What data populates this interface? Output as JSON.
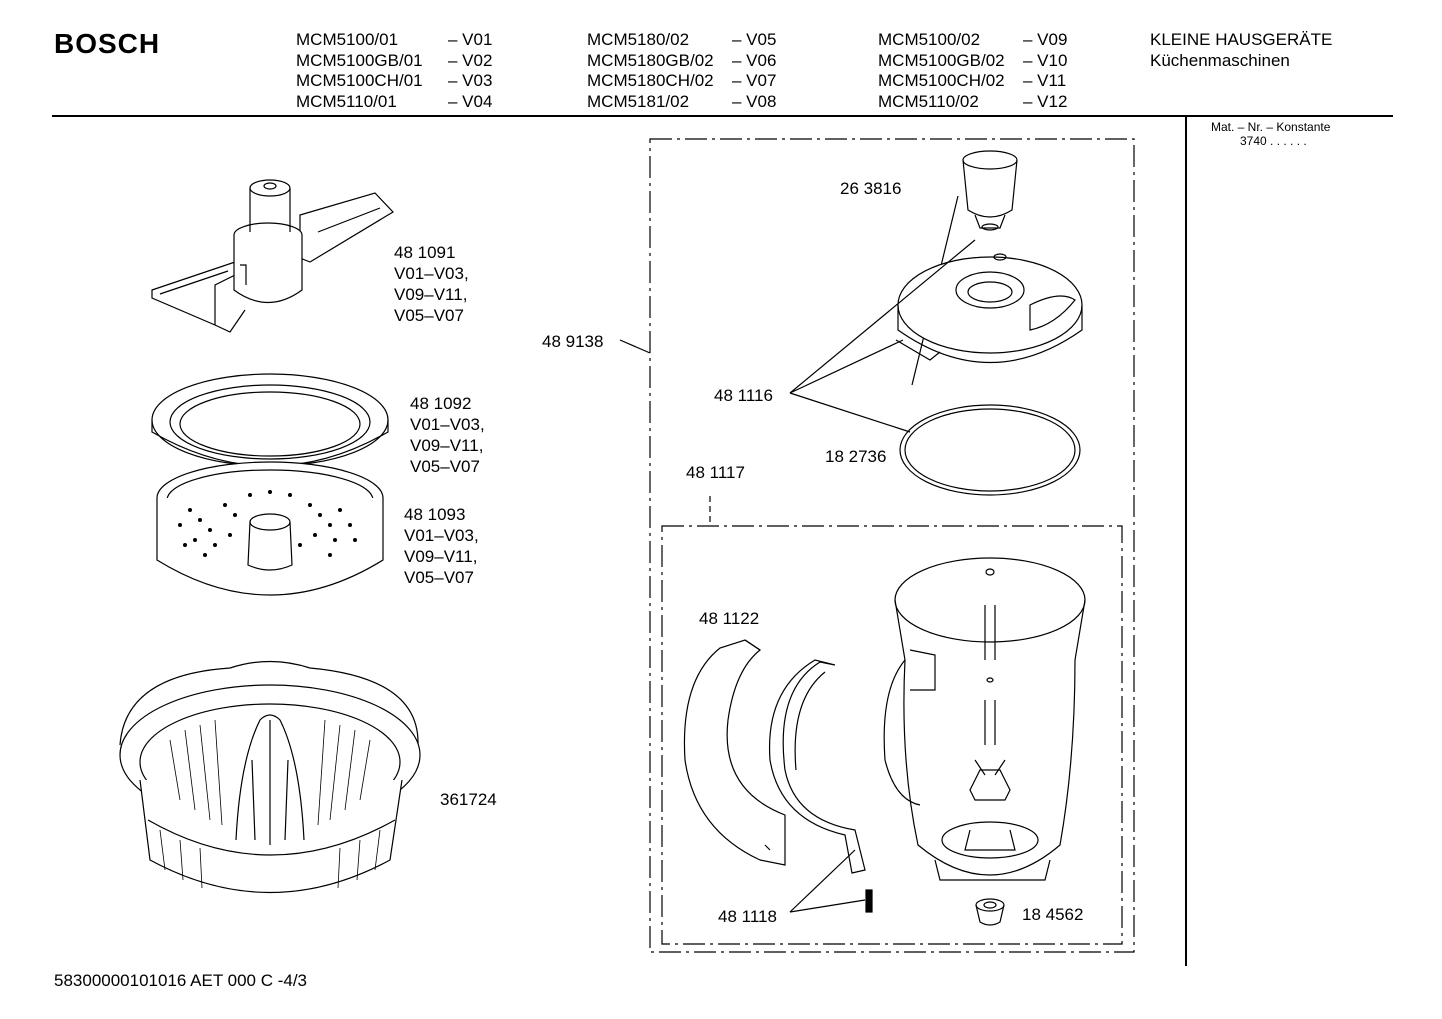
{
  "brand": "BOSCH",
  "models": {
    "col1": [
      {
        "model": "MCM5100/01",
        "variant": "– V01"
      },
      {
        "model": "MCM5100GB/01",
        "variant": "– V02"
      },
      {
        "model": "MCM5100CH/01",
        "variant": "– V03"
      },
      {
        "model": "MCM5110/01",
        "variant": "– V04"
      }
    ],
    "col2": [
      {
        "model": "MCM5180/02",
        "variant": "– V05"
      },
      {
        "model": "MCM5180GB/02",
        "variant": "– V06"
      },
      {
        "model": "MCM5180CH/02",
        "variant": "– V07"
      },
      {
        "model": "MCM5181/02",
        "variant": "– V08"
      }
    ],
    "col3": [
      {
        "model": "MCM5100/02",
        "variant": "– V09"
      },
      {
        "model": "MCM5100GB/02",
        "variant": "– V10"
      },
      {
        "model": "MCM5100CH/02",
        "variant": "– V11"
      },
      {
        "model": "MCM5110/02",
        "variant": "– V12"
      }
    ]
  },
  "category": {
    "line1": "KLEINE HAUSGERÄTE",
    "line2": "Küchenmaschinen"
  },
  "constant": {
    "label": "Mat. – Nr. – Konstante",
    "value": "3740  .   .   .   .   .  ."
  },
  "parts": {
    "p481091": [
      "48 1091",
      "V01–V03,",
      "V09–V11,",
      "V05–V07"
    ],
    "p481092": [
      "48 1092",
      "V01–V03,",
      "V09–V11,",
      "V05–V07"
    ],
    "p481093": [
      "48 1093",
      "V01–V03,",
      "V09–V11,",
      "V05–V07"
    ],
    "p361724": "361724",
    "p489138": "48 9138",
    "p263816": "26 3816",
    "p481116": "48 1116",
    "p182736": "18 2736",
    "p481117": "48 1117",
    "p481122": "48 1122",
    "p481118": "48 1118",
    "p184562": "18 4562"
  },
  "footer": "58300000101016 AET 000 C   -4/3"
}
